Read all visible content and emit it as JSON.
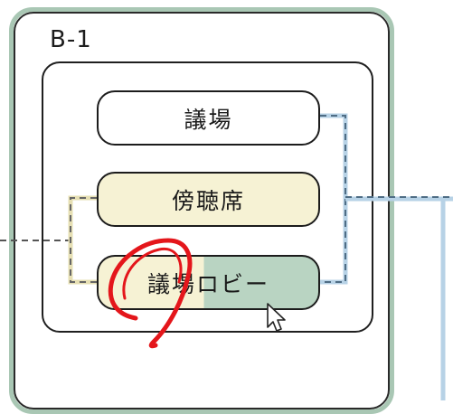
{
  "panel": {
    "label": "B-1"
  },
  "rooms": [
    {
      "label": "議場"
    },
    {
      "label": "傍聴席"
    },
    {
      "label": "議場ロビー"
    }
  ],
  "colors": {
    "panel_border": "#a9c7b4",
    "gallery_fill": "#f6f2d4",
    "lobby_fill": "#b9d4c2",
    "connector_blue": "#9cc0dc",
    "connector_dark": "#555555",
    "connector_tan": "#e6dfb3",
    "annotation_red": "#e4161b"
  },
  "icons": [
    "mouse-pointer-icon",
    "red-annotation-scribble"
  ]
}
